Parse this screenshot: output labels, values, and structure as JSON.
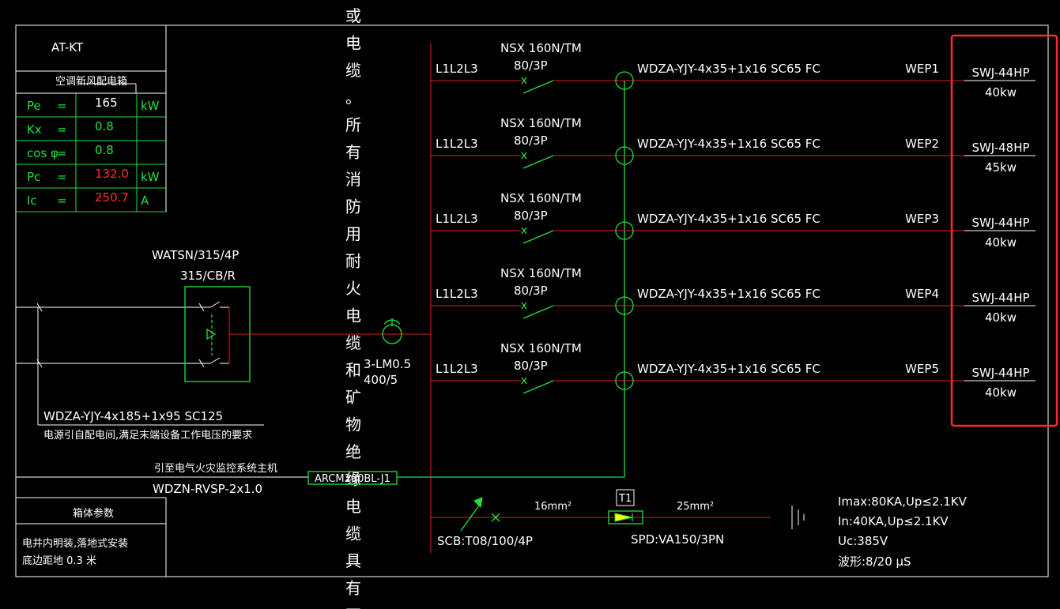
{
  "colors": {
    "background": "#000000",
    "white": "#ffffff",
    "red": "#e01e1e",
    "green": "#22e03c",
    "highlight": "#ff2a2a"
  },
  "panel": {
    "id": "AT-KT",
    "name": "空调新风配电箱",
    "params": [
      {
        "label": "Pe",
        "eq": "=",
        "value": "165",
        "unit": "kW",
        "value_color": "white"
      },
      {
        "label": "Kx",
        "eq": "=",
        "value": "0.8",
        "unit": "",
        "value_color": "green"
      },
      {
        "label": "cos φ",
        "eq": "=",
        "value": "0.8",
        "unit": "",
        "value_color": "green"
      },
      {
        "label": "Pc",
        "eq": "=",
        "value": "132.0",
        "unit": "kW",
        "value_color": "red"
      },
      {
        "label": "Ic",
        "eq": "=",
        "value": "250.7",
        "unit": "A",
        "value_color": "red"
      }
    ]
  },
  "atse": {
    "model": "WATSN/315/4P",
    "spec": "315/CB/R"
  },
  "incoming": {
    "cable": "WDZA-YJY-4x185+1x95 SC125",
    "note": "电源引自配电间,满足末端设备工作电压的要求"
  },
  "fire_monitor": {
    "label": "引至电气火灾监控系统主机",
    "cable": "WDZN-RVSP-2x1.0",
    "device": "ARCM200BL-J1"
  },
  "ct": {
    "model": "3-LM0.5",
    "ratio": "400/5"
  },
  "enclosure": {
    "title": "箱体参数",
    "line1": "电井内明装,落地式安装",
    "line2": "底边距地  0.3   米"
  },
  "vertical_text": [
    "或",
    "电",
    "缆",
    "。",
    "所",
    "有",
    "消",
    "防",
    "用",
    "耐",
    "火",
    "电",
    "缆",
    "和",
    "矿",
    "物",
    "绝",
    "缘",
    "电",
    "缆",
    "具",
    "有",
    "不"
  ],
  "circuits": [
    {
      "phase": "L1L2L3",
      "breaker": "NSX 160N/TM",
      "rating": "80/3P",
      "cable": "WDZA-YJY-4x35+1x16 SC65 FC",
      "id": "WEP1",
      "load": "SWJ-44HP",
      "power": "40kw"
    },
    {
      "phase": "L1L2L3",
      "breaker": "NSX 160N/TM",
      "rating": "80/3P",
      "cable": "WDZA-YJY-4x35+1x16 SC65 FC",
      "id": "WEP2",
      "load": "SWJ-48HP",
      "power": "45kw"
    },
    {
      "phase": "L1L2L3",
      "breaker": "NSX 160N/TM",
      "rating": "80/3P",
      "cable": "WDZA-YJY-4x35+1x16 SC65 FC",
      "id": "WEP3",
      "load": "SWJ-44HP",
      "power": "40kw"
    },
    {
      "phase": "L1L2L3",
      "breaker": "NSX 160N/TM",
      "rating": "80/3P",
      "cable": "WDZA-YJY-4x35+1x16 SC65 FC",
      "id": "WEP4",
      "load": "SWJ-44HP",
      "power": "40kw"
    },
    {
      "phase": "L1L2L3",
      "breaker": "NSX 160N/TM",
      "rating": "80/3P",
      "cable": "WDZA-YJY-4x35+1x16 SC65 FC",
      "id": "WEP5",
      "load": "SWJ-44HP",
      "power": "40kw"
    }
  ],
  "spd": {
    "scb": "SCB:T08/100/4P",
    "wire1": "16mm²",
    "wire2": "25mm²",
    "class": "T1",
    "model": "SPD:VA150/3PN",
    "specs": [
      "Imax:80KA,Up≤2.1KV",
      "In:40KA,Up≤2.1KV",
      "Uc:385V",
      "波形:8/20 μS"
    ]
  }
}
